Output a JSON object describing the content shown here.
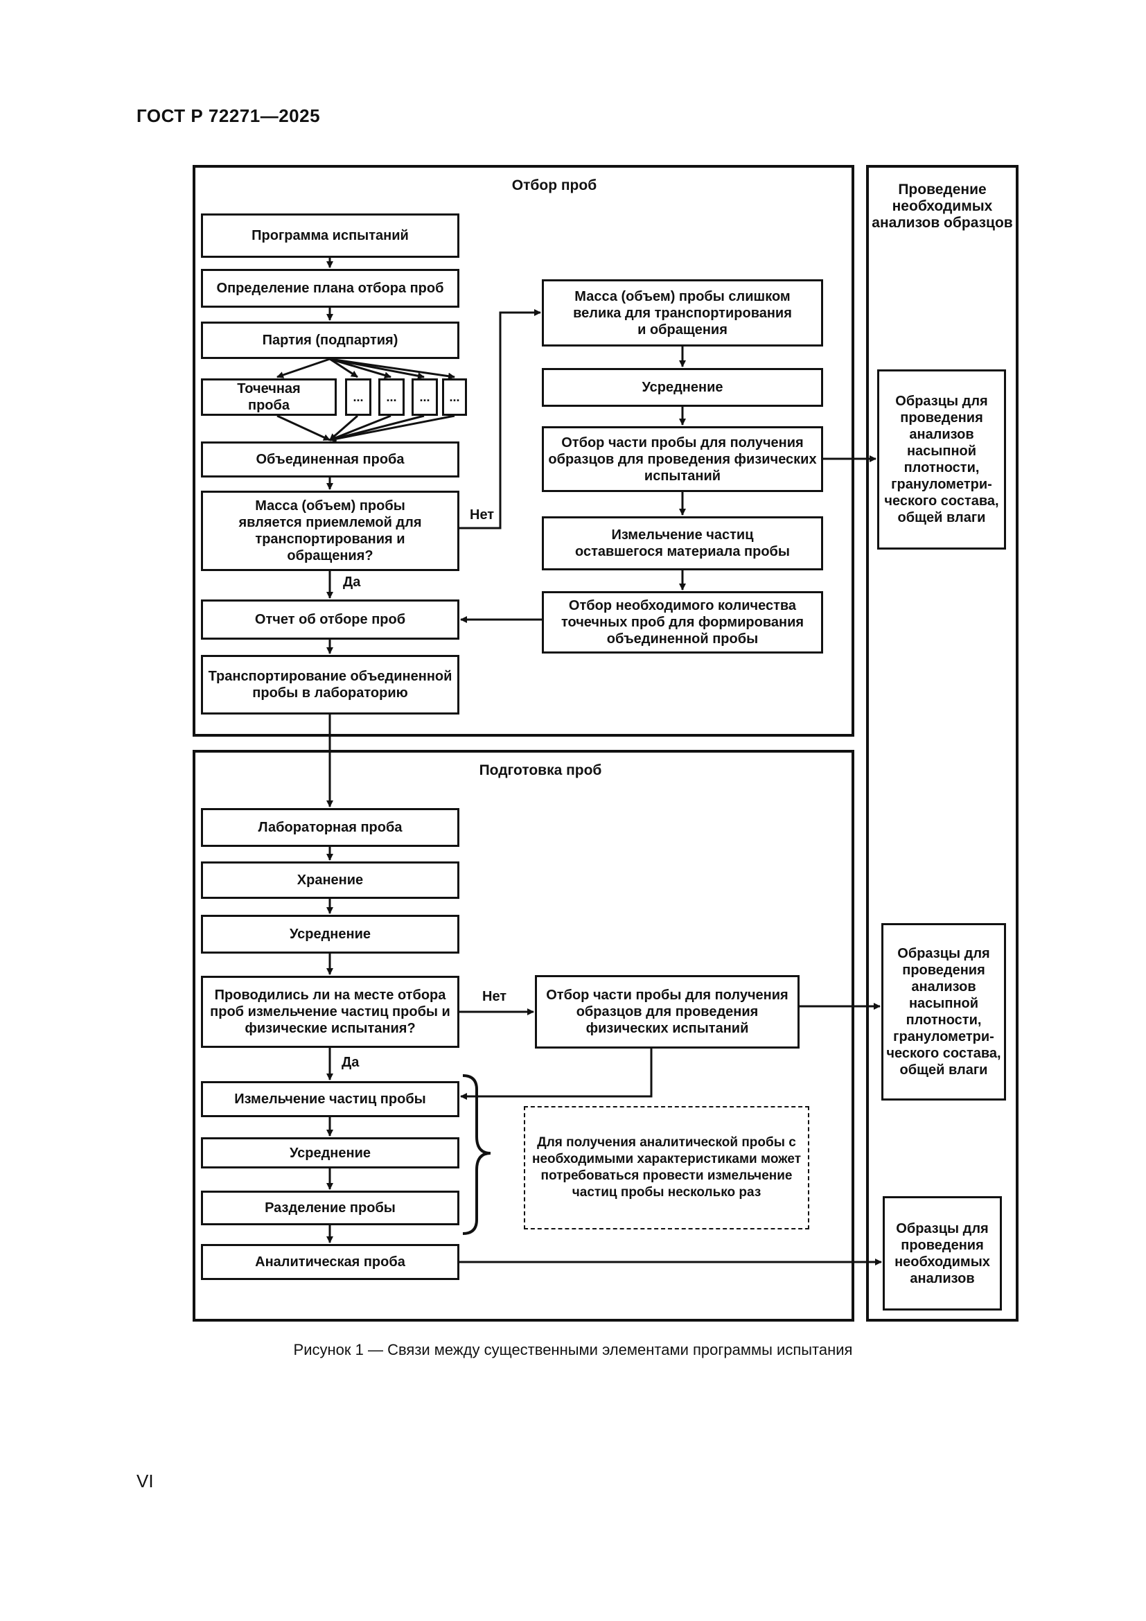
{
  "header": "ГОСТ Р 72271—2025",
  "page_number": "VI",
  "caption": "Рисунок 1 — Связи между существенными элементами программы испытания",
  "sampling": {
    "title": "Отбор проб",
    "program": "Программа испытаний",
    "plan": "Определение плана отбора проб",
    "lot": "Партия (подпартия)",
    "increment": "Точечная проба",
    "dots": "...",
    "composite": "Объединенная проба",
    "question": "Масса (объем) пробы является приемлемой для транспортирования и обращения?",
    "no_label": "Нет",
    "yes_label": "Да",
    "report": "Отчет об отборе проб",
    "transport": "Транспортирование объединенной пробы в лабораторию",
    "too_large": "Масса (объем) пробы слишком велика для транспортирования и обращения",
    "mixing": "Усреднение",
    "physical_part": "Отбор части пробы для получения образцов для проведения физических испытаний",
    "crushing_rest": "Измельчение частиц оставшегося материала пробы",
    "select_increments": "Отбор необходимого количества точечных проб для формирования объединенной пробы"
  },
  "preparation": {
    "title": "Подготовка проб",
    "lab_sample": "Лабораторная проба",
    "storage": "Хранение",
    "mixing": "Усреднение",
    "question": "Проводились ли на месте отбора проб измельчение частиц пробы и физические испытания?",
    "no_label": "Нет",
    "yes_label": "Да",
    "physical_part": "Отбор части пробы для получения образцов для проведения физических испытаний",
    "crushing": "Измельчение частиц пробы",
    "mixing2": "Усреднение",
    "division": "Разделение пробы",
    "analytical": "Аналитическая проба",
    "note": "Для получения аналитической пробы с необходимыми характеристиками может потребоваться провести измельчение частиц пробы несколько раз"
  },
  "analyses": {
    "title": "Проведение необходимых анализов образцов",
    "samples_physical_1": "Образцы для проведения анализов насыпной плотности, грануло­метри­ческого состава, общей влаги",
    "samples_physical_2": "Образцы для проведения анализов насыпной плотности, грануло­метри­ческого состава, общей влаги",
    "samples_analysis": "Образцы для проведения необходимых анализов"
  }
}
